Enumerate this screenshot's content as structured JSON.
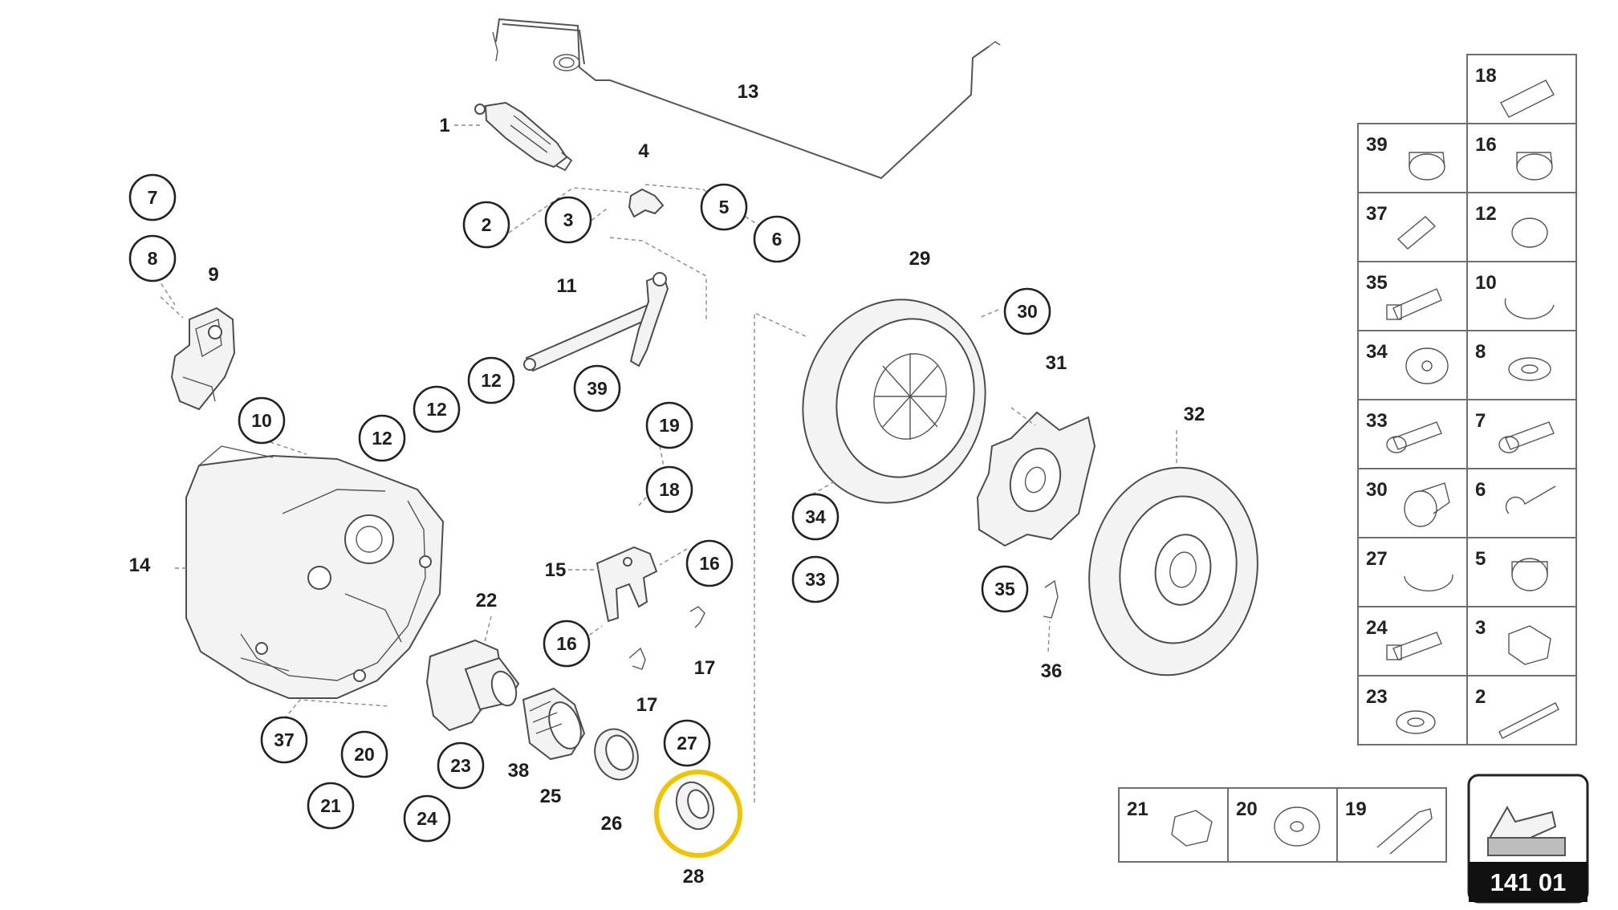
{
  "callouts": [
    "1",
    "2",
    "3",
    "4",
    "5",
    "6",
    "7",
    "8",
    "9",
    "10",
    "11",
    "12",
    "12",
    "12",
    "13",
    "14",
    "15",
    "16",
    "16",
    "17",
    "17",
    "18",
    "19",
    "20",
    "21",
    "22",
    "23",
    "24",
    "25",
    "26",
    "27",
    "28",
    "29",
    "30",
    "31",
    "32",
    "33",
    "34",
    "35",
    "36",
    "37",
    "38",
    "39"
  ],
  "legend": {
    "grid_rows": [
      {
        "left": "",
        "right": "18"
      },
      {
        "left": "39",
        "right": "16"
      },
      {
        "left": "37",
        "right": "12"
      },
      {
        "left": "35",
        "right": "10"
      },
      {
        "left": "34",
        "right": "8"
      },
      {
        "left": "33",
        "right": "7"
      },
      {
        "left": "30",
        "right": "6"
      },
      {
        "left": "27",
        "right": "5"
      },
      {
        "left": "24",
        "right": "3"
      },
      {
        "left": "23",
        "right": "2"
      }
    ],
    "bottom_row": [
      "21",
      "20",
      "19"
    ]
  },
  "page_number": "141 01",
  "highlight_color": "#f0c400",
  "highlighted_part": "28"
}
